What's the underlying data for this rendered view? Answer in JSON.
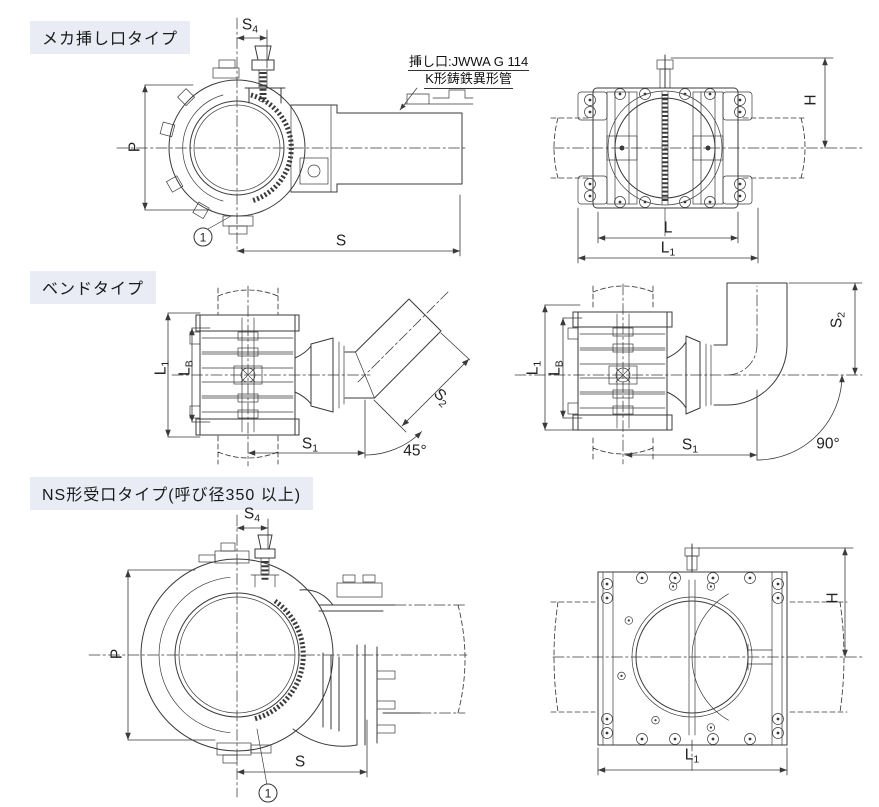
{
  "colors": {
    "background": "#ffffff",
    "line": "#3a3a3a",
    "label_bg": "#e9ecf5",
    "text": "#1f1f1f"
  },
  "sections": [
    {
      "id": "mech",
      "title": "メカ挿し口タイプ"
    },
    {
      "id": "bend",
      "title": "ベンドタイプ"
    },
    {
      "id": "ns",
      "title": "NS形受口タイプ(呼び径350 以上)"
    }
  ],
  "annotation": {
    "line1": "挿し口:JWWA G 114",
    "line2": "K形鋳鉄異形管"
  },
  "dims": {
    "S4": {
      "base": "S",
      "sub": "4"
    },
    "P": {
      "base": "P",
      "sub": ""
    },
    "S": {
      "base": "S",
      "sub": ""
    },
    "H": {
      "base": "H",
      "sub": ""
    },
    "L": {
      "base": "L",
      "sub": ""
    },
    "L1": {
      "base": "L",
      "sub": "1"
    },
    "LB": {
      "base": "L",
      "sub": "B"
    },
    "S1": {
      "base": "S",
      "sub": "1"
    },
    "S2": {
      "base": "S",
      "sub": "2"
    },
    "angle45": "45°",
    "angle90": "90°",
    "callout1": "1"
  }
}
